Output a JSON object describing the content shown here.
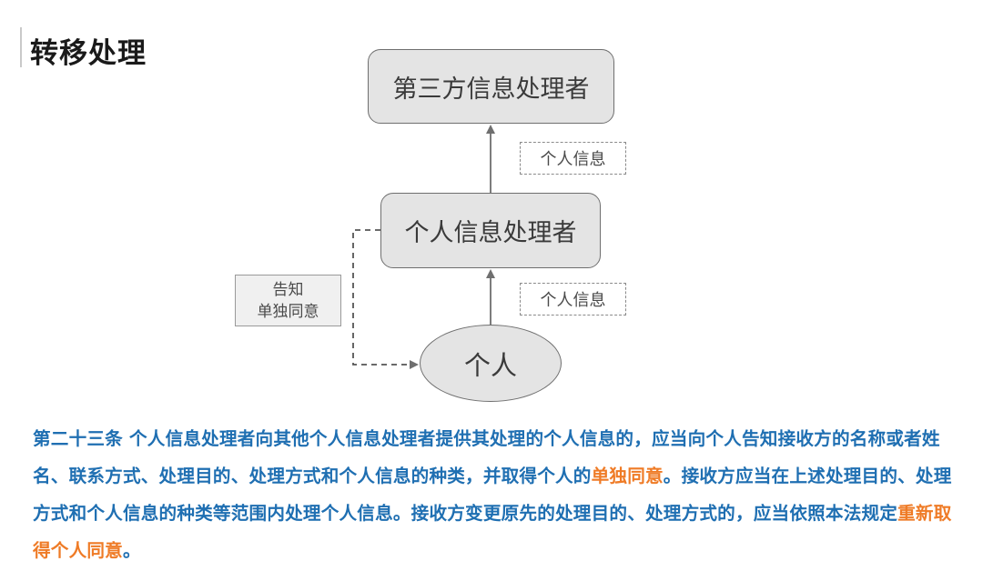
{
  "header": {
    "title": "转移处理"
  },
  "diagram": {
    "third_party": "第三方信息处理者",
    "processor": "个人信息处理者",
    "individual": "个人",
    "flow_label_upper": "个人信息",
    "flow_label_lower": "个人信息",
    "notice_line1": "告知",
    "notice_line2": "单独同意"
  },
  "article": {
    "part1": "第二十三条 个人信息处理者向其他个人信息处理者提供其处理的个人信息的，应当向个人告知接收方的名称或者姓名、联系方式、处理目的、处理方式和个人信息的种类，并取得个人的",
    "highlight1": "单独同意",
    "part2": "。接收方应当在上述处理目的、处理方式和个人信息的种类等范围内处理个人信息。接收方变更原先的处理目的、处理方式的，应当依照本法规定",
    "highlight2": "重新取得个人同意",
    "part3": "。"
  },
  "colors": {
    "text_blue": "#1f6fb2",
    "highlight_orange": "#ef7b26",
    "box_fill": "#e4e4e4",
    "box_border": "#6f6f6f"
  }
}
